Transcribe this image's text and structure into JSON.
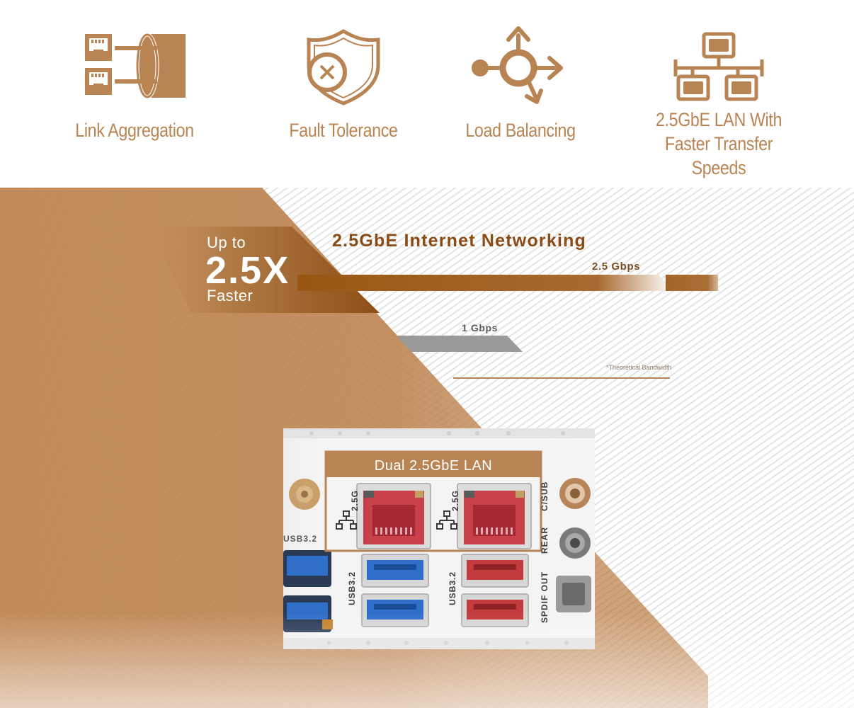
{
  "colors": {
    "accent": "#b98453",
    "accent_dark": "#8a4b14",
    "gray_bar": "#9a9a9a",
    "lan_red": "#c8404a",
    "usb_blue": "#2f6fc9",
    "usb_red": "#c33b3b"
  },
  "features": [
    {
      "label": "Link Aggregation",
      "icon": "link-aggregation-icon"
    },
    {
      "label": "Fault Tolerance",
      "icon": "shield-cross-icon"
    },
    {
      "label": "Load Balancing",
      "icon": "load-balancing-icon"
    },
    {
      "label": "2.5GbE LAN With\nFaster Transfer Speeds",
      "icon": "network-tree-icon"
    }
  ],
  "badge": {
    "up_to": "Up to",
    "multiplier": "2.5X",
    "faster": "Faster"
  },
  "networking": {
    "title": "2.5GbE Internet Networking",
    "bars": [
      {
        "label": "2.5 Gbps",
        "value": 2.5
      },
      {
        "label": "1 Gbps",
        "value": 1
      }
    ],
    "footnote": "*Theoretical Bandwidth"
  },
  "io_panel": {
    "lan_label": "Dual 2.5GbE LAN",
    "port_labels": {
      "lan": "2.5G",
      "usb": "USB3.2",
      "left_usb": "USB3.2",
      "c_sub": "C/SUB",
      "rear": "REAR",
      "spdif": "SPDIF OUT"
    }
  }
}
